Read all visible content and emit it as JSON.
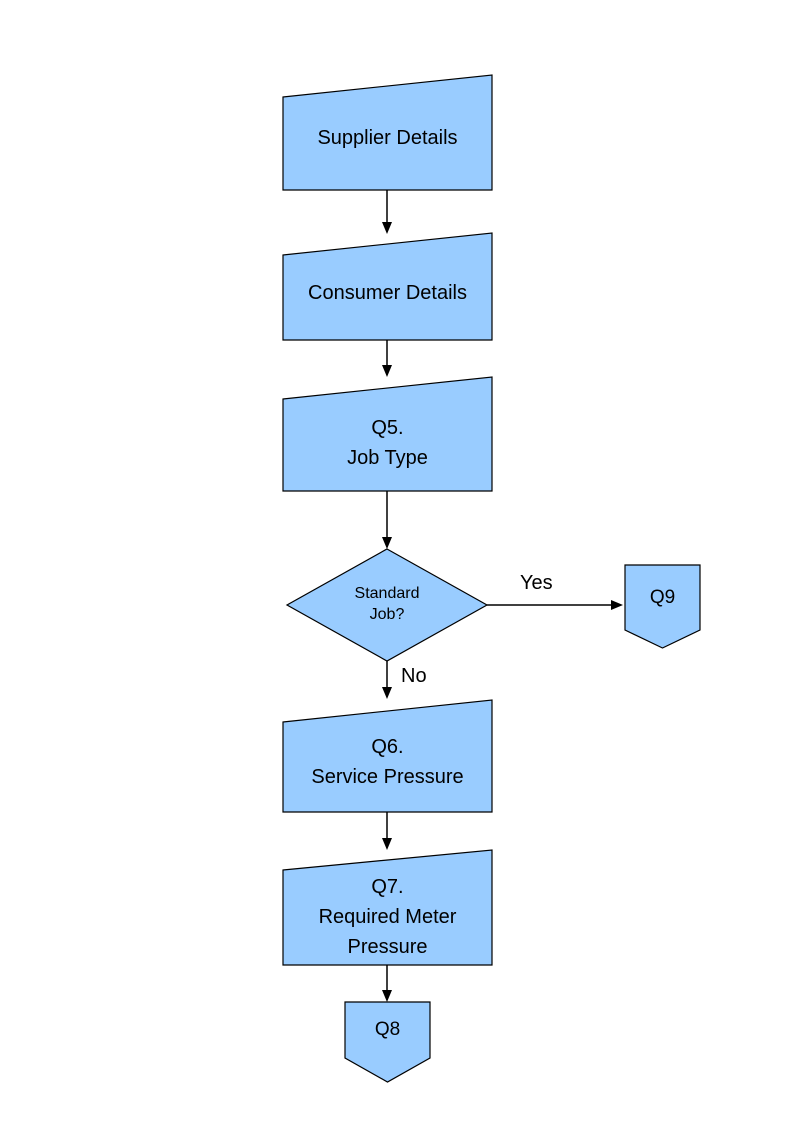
{
  "diagram": {
    "type": "flowchart",
    "nodes": {
      "supplier_details": {
        "label": "Supplier Details",
        "shape": "manual-input"
      },
      "consumer_details": {
        "label": "Consumer Details",
        "shape": "manual-input"
      },
      "q5_job_type": {
        "label": "Q5.\nJob Type",
        "shape": "manual-input"
      },
      "standard_job_decision": {
        "label": "Standard\nJob?",
        "shape": "decision-diamond"
      },
      "q9": {
        "label": "Q9",
        "shape": "off-page-connector"
      },
      "q6_service_pressure": {
        "label": "Q6.\nService Pressure",
        "shape": "manual-input"
      },
      "q7_required_meter_pressure": {
        "label": "Q7.\nRequired Meter\nPressure",
        "shape": "manual-input"
      },
      "q8": {
        "label": "Q8",
        "shape": "off-page-connector"
      }
    },
    "edge_labels": {
      "yes": "Yes",
      "no": "No"
    },
    "colors": {
      "node_fill": "#99CCFF",
      "node_border": "#000000",
      "arrow": "#000000",
      "background": "#FFFFFF"
    }
  }
}
